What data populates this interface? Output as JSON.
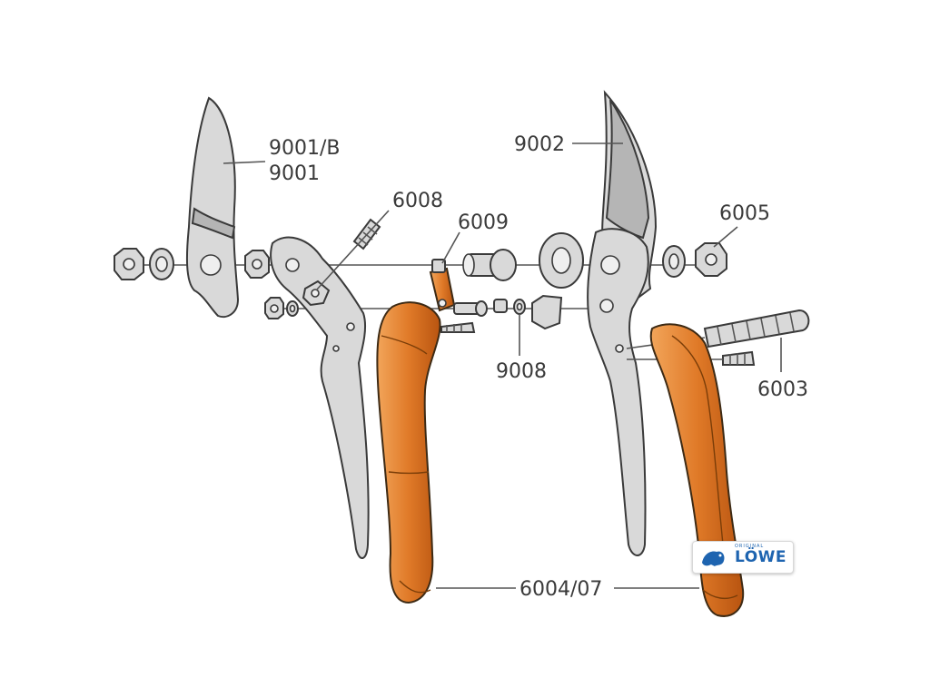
{
  "labels": {
    "part_9001b": "9001/B",
    "part_9001": "9001",
    "part_6008": "6008",
    "part_6009": "6009",
    "part_9002": "9002",
    "part_6005": "6005",
    "part_9008": "9008",
    "part_6003": "6003",
    "part_6004_07": "6004/07"
  },
  "logo": {
    "brand": "LÖWE",
    "sub": "ORIGINAL"
  },
  "colors": {
    "grip_light": "#f0a050",
    "grip_dark": "#c55a10",
    "steel": "#d9d9d9",
    "brand_blue": "#1e64b0"
  }
}
